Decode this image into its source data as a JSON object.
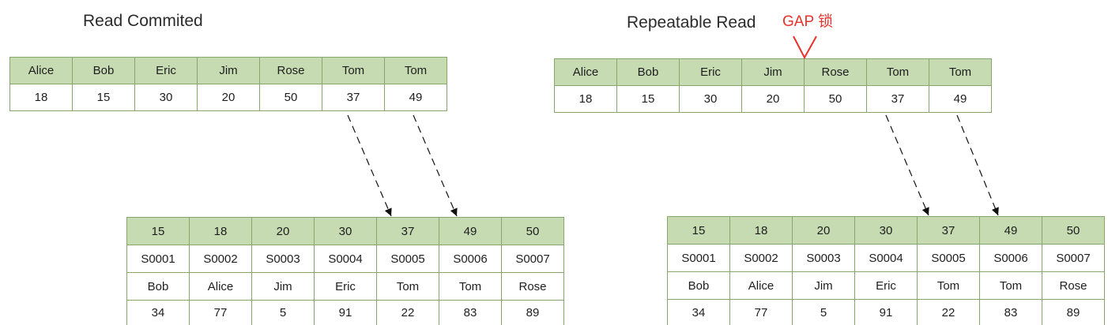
{
  "panels": [
    {
      "title": "Read Commited",
      "index_table": {
        "header": [
          "Alice",
          "Bob",
          "Eric",
          "Jim",
          "Rose",
          "Tom",
          "Tom"
        ],
        "row": [
          "18",
          "15",
          "30",
          "20",
          "50",
          "37",
          "49"
        ]
      },
      "data_table": {
        "header": [
          "15",
          "18",
          "20",
          "30",
          "37",
          "49",
          "50"
        ],
        "rows": [
          [
            "S0001",
            "S0002",
            "S0003",
            "S0004",
            "S0005",
            "S0006",
            "S0007"
          ],
          [
            "Bob",
            "Alice",
            "Jim",
            "Eric",
            "Tom",
            "Tom",
            "Rose"
          ],
          [
            "34",
            "77",
            "5",
            "91",
            "22",
            "83",
            "89"
          ]
        ]
      }
    },
    {
      "title": "Repeatable Read",
      "annotation": "GAP 锁",
      "index_table": {
        "header": [
          "Alice",
          "Bob",
          "Eric",
          "Jim",
          "Rose",
          "Tom",
          "Tom"
        ],
        "row": [
          "18",
          "15",
          "30",
          "20",
          "50",
          "37",
          "49"
        ]
      },
      "data_table": {
        "header": [
          "15",
          "18",
          "20",
          "30",
          "37",
          "49",
          "50"
        ],
        "rows": [
          [
            "S0001",
            "S0002",
            "S0003",
            "S0004",
            "S0005",
            "S0006",
            "S0007"
          ],
          [
            "Bob",
            "Alice",
            "Jim",
            "Eric",
            "Tom",
            "Tom",
            "Rose"
          ],
          [
            "34",
            "77",
            "5",
            "91",
            "22",
            "83",
            "89"
          ]
        ]
      }
    }
  ],
  "colors": {
    "header_bg": "#c6dbb2",
    "border": "#86a66c",
    "annotation": "#e8322b",
    "arrow": "#111111"
  }
}
